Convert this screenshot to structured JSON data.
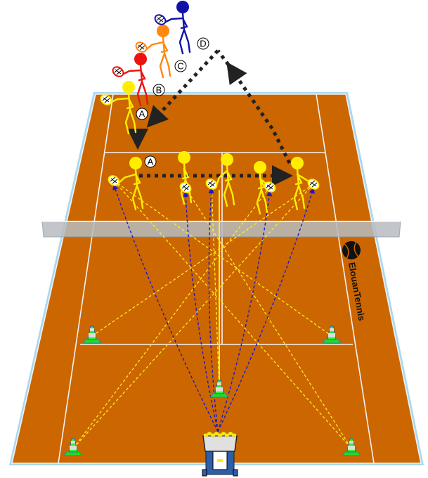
{
  "diagram": {
    "colors": {
      "court": "#cc6600",
      "court_border": "#a8d8f0",
      "lines": "#f2f2f2",
      "net": "#b8bcc0",
      "feed_path": "#1a1acc",
      "ball_path": "#ffee22",
      "movement": "#222222"
    },
    "position_labels": [
      "A",
      "B",
      "C",
      "D",
      "A"
    ],
    "logo": {
      "text": "ElouanTennis",
      "icon": "tennis-ball-icon"
    },
    "players": [
      {
        "color": "#ffee00",
        "role": "queue"
      },
      {
        "color": "#ee1111",
        "role": "queue"
      },
      {
        "color": "#ff8811",
        "role": "queue"
      },
      {
        "color": "#1111aa",
        "role": "queue"
      },
      {
        "color": "#ffee00",
        "role": "court"
      },
      {
        "color": "#ffee00",
        "role": "court"
      },
      {
        "color": "#ffee00",
        "role": "court"
      },
      {
        "color": "#ffee00",
        "role": "court"
      },
      {
        "color": "#ffee00",
        "role": "court"
      }
    ],
    "cone_count": 5,
    "equipment": "ball-machine"
  }
}
